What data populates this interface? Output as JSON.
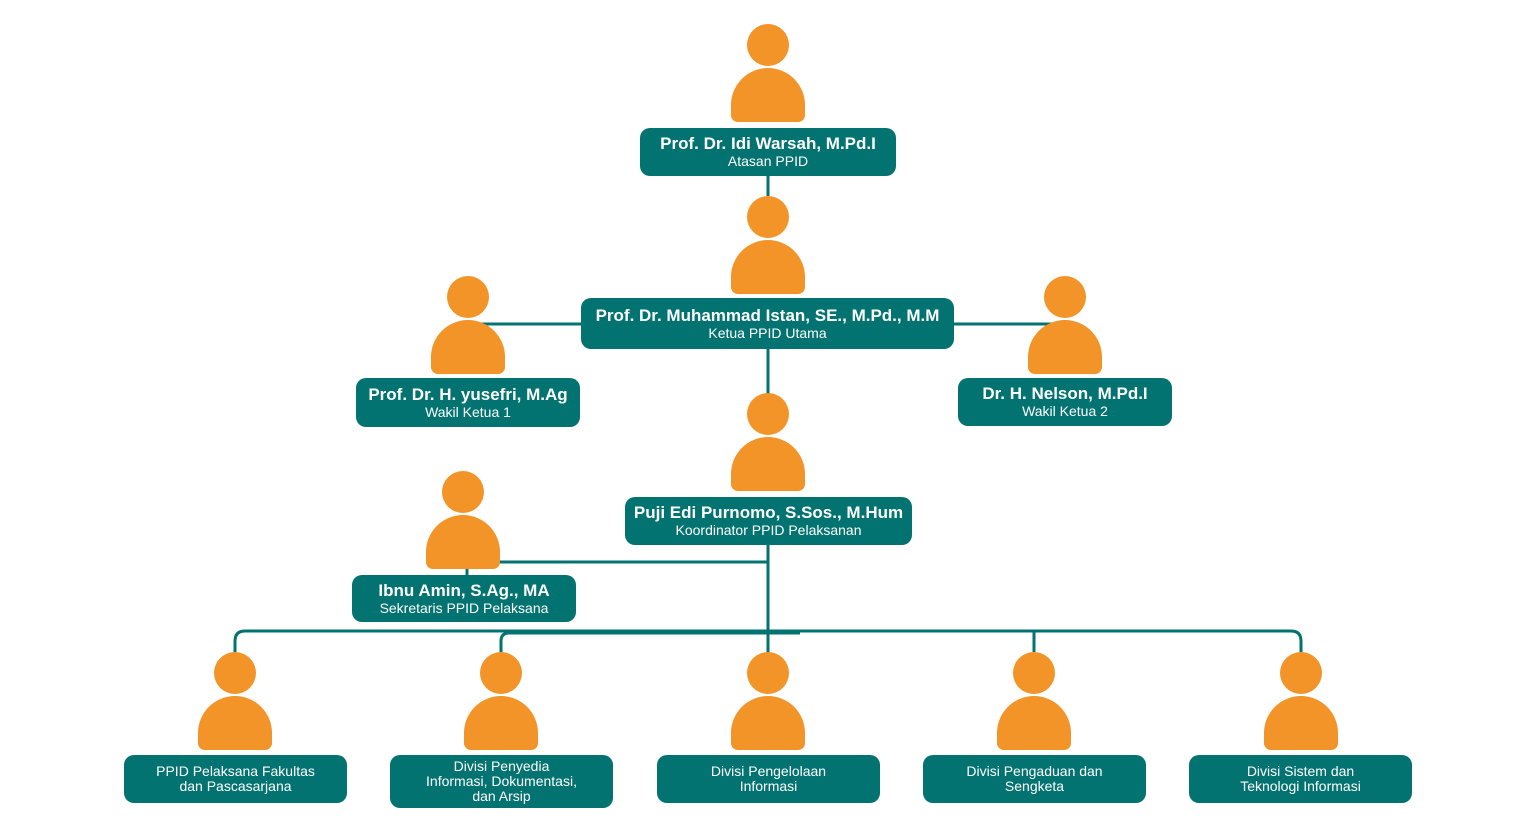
{
  "colors": {
    "line": "#027370",
    "box": "#027370",
    "person": "#F29427"
  },
  "nodes": {
    "atasan": {
      "name": "Prof. Dr. Idi Warsah, M.Pd.I",
      "role": "Atasan PPID"
    },
    "ketua": {
      "name": "Prof. Dr. Muhammad Istan, SE., M.Pd., M.M",
      "role": "Ketua PPID Utama"
    },
    "wakil1": {
      "name": "Prof. Dr. H. yusefri, M.Ag",
      "role": "Wakil Ketua 1"
    },
    "wakil2": {
      "name": "Dr. H. Nelson, M.Pd.I",
      "role": "Wakil Ketua 2"
    },
    "koordinator": {
      "name": "Puji Edi Purnomo, S.Sos., M.Hum",
      "role": "Koordinator PPID Pelaksanan"
    },
    "sekretaris": {
      "name": "Ibnu Amin, S.Ag., MA",
      "role": "Sekretaris PPID Pelaksana"
    }
  },
  "units": [
    {
      "line1": "PPID Pelaksana Fakultas",
      "line2": "dan Pascasarjana",
      "line3": ""
    },
    {
      "line1": "Divisi Penyedia",
      "line2": "Informasi, Dokumentasi,",
      "line3": "dan Arsip"
    },
    {
      "line1": "Divisi Pengelolaan",
      "line2": "Informasi",
      "line3": ""
    },
    {
      "line1": "Divisi Pengaduan dan",
      "line2": "Sengketa",
      "line3": ""
    },
    {
      "line1": "Divisi Sistem dan",
      "line2": "Teknologi Informasi",
      "line3": ""
    }
  ]
}
